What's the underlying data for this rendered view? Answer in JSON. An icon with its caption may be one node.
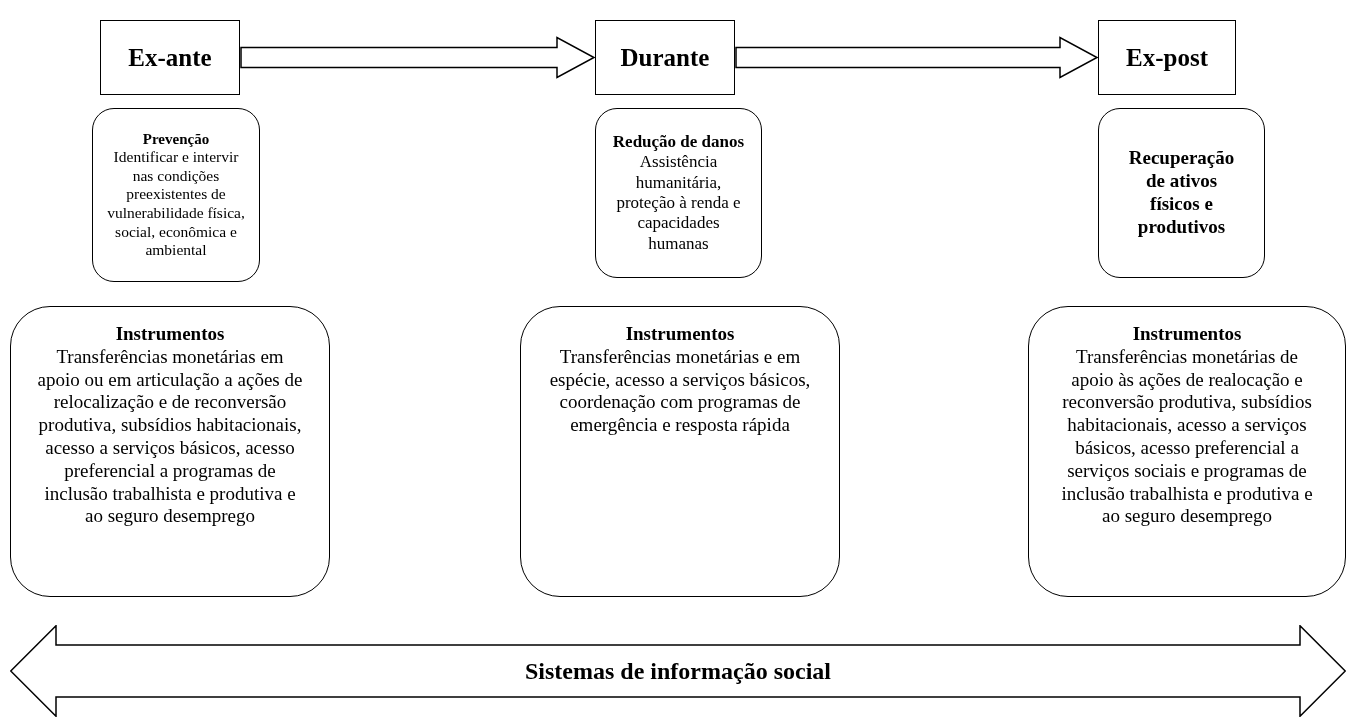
{
  "diagram": {
    "nodes": [
      {
        "text": [
          "Ex-ante"
        ]
      },
      {
        "text": [
          "Durante"
        ]
      },
      {
        "text": [
          "Ex-post"
        ]
      },
      {
        "text": [
          "Prevenção",
          "Identificar e intervir nas condições preexistentes de vulnerabilidade física, social, econômica e ambiental"
        ]
      },
      {
        "text": [
          "Redução de danos",
          "Assistência humanitária, proteção à renda e capacidades humanas"
        ]
      },
      {
        "text": [
          "Recuperação de ativos físicos e produtivos"
        ]
      },
      {
        "text": [
          "Instrumentos",
          "Transferências monetárias em apoio ou em articulação a ações de relocalização e de reconversão produtiva, subsídios habitacionais, acesso a serviços básicos, acesso preferencial a programas de inclusão trabalhista e produtiva e ao seguro desemprego"
        ]
      },
      {
        "text": [
          "Instrumentos",
          "Transferências monetárias e em espécie, acesso a serviços básicos, coordenação com programas de emergência e resposta rápida"
        ]
      },
      {
        "text": [
          "Instrumentos",
          "Transferências monetárias de apoio às ações de realocação e reconversão produtiva, subsídios habitacionais, acesso a serviços básicos, acesso preferencial a serviços sociais e programas de inclusão trabalhista e produtiva e ao seguro desemprego"
        ]
      },
      {
        "text": [
          "Sistemas de informação social"
        ]
      }
    ],
    "edges": [
      {
        "from": 0,
        "to": 1,
        "arrow": "to"
      },
      {
        "from": 1,
        "to": 2,
        "arrow": "to"
      }
    ]
  }
}
